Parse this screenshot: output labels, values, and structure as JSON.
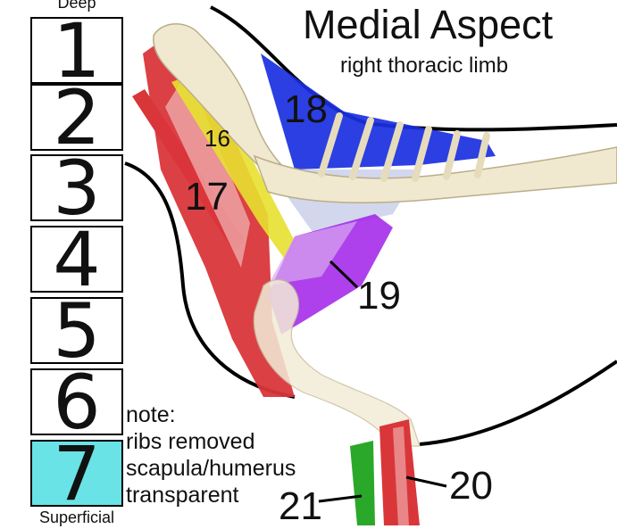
{
  "header": {
    "title": "Medial Aspect",
    "subtitle": "right thoracic limb"
  },
  "layer_selector": {
    "deep_label": "Deep",
    "superficial_label": "Superficial",
    "layers": [
      "1",
      "2",
      "3",
      "4",
      "5",
      "6",
      "7"
    ],
    "active_layer": "7",
    "active_color": "#69e3e6"
  },
  "note": {
    "lines": [
      "note:",
      "ribs removed",
      "scapula/humerus",
      "transparent"
    ]
  },
  "muscle_labels": {
    "m16": "16",
    "m17": "17",
    "m18": "18",
    "m19": "19",
    "m20": "20",
    "m21": "21"
  },
  "colors": {
    "muscle_red": "#d9363a",
    "muscle_blue": "#1a2fe0",
    "muscle_yellow": "#e8e030",
    "muscle_purple": "#a020e8",
    "muscle_green": "#2aa82a",
    "bone": "#f1e9cf"
  }
}
